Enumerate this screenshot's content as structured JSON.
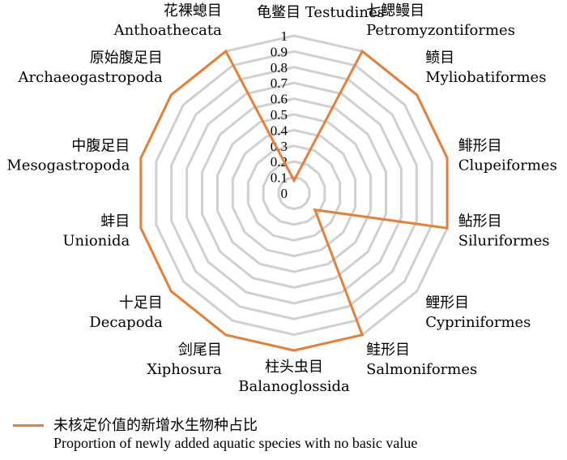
{
  "chart_data": {
    "type": "radar",
    "rlim": [
      0,
      1
    ],
    "ticks": [
      "0",
      "0.1",
      "0.2",
      "0.3",
      "0.4",
      "0.5",
      "0.6",
      "0.7",
      "0.8",
      "0.9",
      "1"
    ],
    "grid": true,
    "legend_position": "bottom-left",
    "categories": [
      {
        "zh": "龟鳖目",
        "en": "Testudines"
      },
      {
        "zh": "七鳃鳗目",
        "en": "Petromyzontiformes"
      },
      {
        "zh": "鲼目",
        "en": "Myliobatiformes"
      },
      {
        "zh": "鲱形目",
        "en": "Clupeiformes"
      },
      {
        "zh": "鲇形目",
        "en": "Siluriformes"
      },
      {
        "zh": "鲤形目",
        "en": "Cypriniformes"
      },
      {
        "zh": "鲑形目",
        "en": "Salmoniformes"
      },
      {
        "zh": "柱头虫目",
        "en": "Balanoglossida"
      },
      {
        "zh": "剑尾目",
        "en": "Xiphosura"
      },
      {
        "zh": "十足目",
        "en": "Decapoda"
      },
      {
        "zh": "蚌目",
        "en": "Unionida"
      },
      {
        "zh": "中腹足目",
        "en": "Mesogastropoda"
      },
      {
        "zh": "原始腹足目",
        "en": "Archaeogastropoda"
      },
      {
        "zh": "花裸螅目",
        "en": "Anthoathecata"
      }
    ],
    "series": [
      {
        "name_zh": "未核定价值的新增水生物种占比",
        "name_en": "Proportion of newly added aquatic species with no basic value",
        "values": [
          0.08,
          1,
          1,
          1,
          1,
          0.17,
          1,
          1,
          1,
          1,
          1,
          1,
          1,
          1
        ]
      }
    ]
  },
  "colors": {
    "series": "#E3803A",
    "grid": "#D0D0D0"
  }
}
